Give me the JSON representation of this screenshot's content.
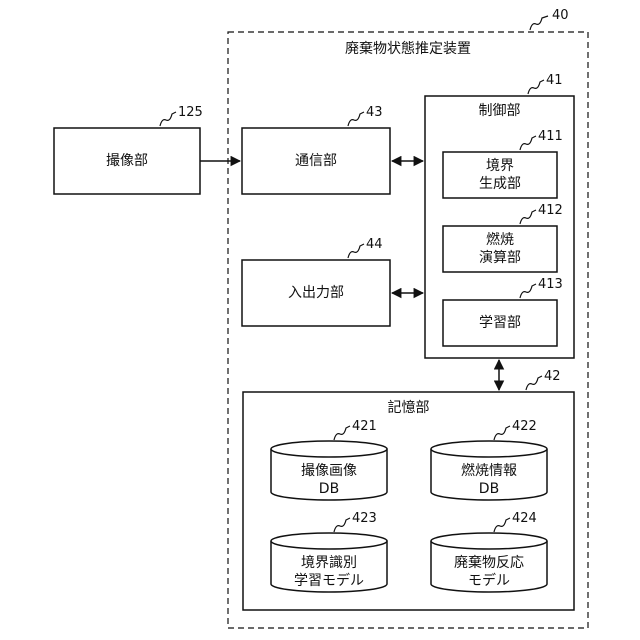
{
  "device": {
    "ref": "40",
    "title": "廃棄物状態推定装置"
  },
  "camera": {
    "ref": "125",
    "label": "撮像部"
  },
  "comm": {
    "ref": "43",
    "label": "通信部"
  },
  "io": {
    "ref": "44",
    "label": "入出力部"
  },
  "control": {
    "ref": "41",
    "title": "制御部",
    "boundary": {
      "ref": "411",
      "line1": "境界",
      "line2": "生成部"
    },
    "combustion": {
      "ref": "412",
      "line1": "燃焼",
      "line2": "演算部"
    },
    "learning": {
      "ref": "413",
      "label": "学習部"
    }
  },
  "storage": {
    "ref": "42",
    "title": "記憶部",
    "db_image": {
      "ref": "421",
      "line1": "撮像画像",
      "line2": "DB"
    },
    "db_combustion": {
      "ref": "422",
      "line1": "燃焼情報",
      "line2": "DB"
    },
    "db_boundary": {
      "ref": "423",
      "line1": "境界識別",
      "line2": "学習モデル"
    },
    "db_reaction": {
      "ref": "424",
      "line1": "廃棄物反応",
      "line2": "モデル"
    }
  }
}
